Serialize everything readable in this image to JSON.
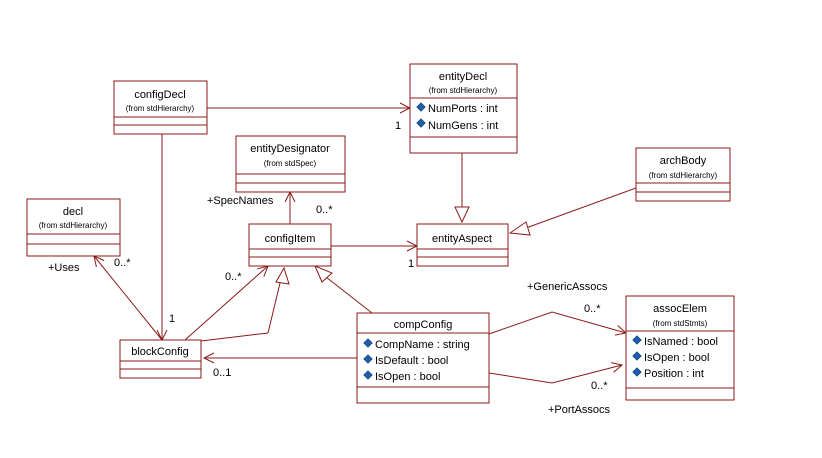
{
  "classes": {
    "configDecl": {
      "name": "configDecl",
      "from": "(from stdHierarchy)"
    },
    "entityDecl": {
      "name": "entityDecl",
      "from": "(from stdHierarchy)",
      "attrs": [
        "NumPorts : int",
        "NumGens : int"
      ]
    },
    "entityDesignator": {
      "name": "entityDesignator",
      "from": "(from stdSpec)"
    },
    "archBody": {
      "name": "archBody",
      "from": "(from stdHierarchy)"
    },
    "decl": {
      "name": "decl",
      "from": "(from stdHierarchy)"
    },
    "configItem": {
      "name": "configItem"
    },
    "entityAspect": {
      "name": "entityAspect"
    },
    "compConfig": {
      "name": "compConfig",
      "attrs": [
        "CompName : string",
        "IsDefault : bool",
        "IsOpen : bool"
      ]
    },
    "assocElem": {
      "name": "assocElem",
      "from": "(from stdStmts)",
      "attrs": [
        "IsNamed : bool",
        "IsOpen : bool",
        "Position : int"
      ]
    },
    "blockConfig": {
      "name": "blockConfig"
    }
  },
  "labels": {
    "configDecl_entityDecl_mult": "1",
    "specNames_role": "+SpecNames",
    "specNames_mult": "0..*",
    "entityAspect_mult": "1",
    "uses_role": "+Uses",
    "uses_mult": "0..*",
    "configItem_mult": "0..*",
    "blockConfig_mult": "1",
    "blockConfig_parent_mult": "0..1",
    "generic_role": "+GenericAssocs",
    "generic_mult": "0..*",
    "port_role": "+PortAssocs",
    "port_mult": "0..*"
  },
  "colors": {
    "line": "#8b1a1a",
    "attribute_marker": "#1a5fb4"
  }
}
